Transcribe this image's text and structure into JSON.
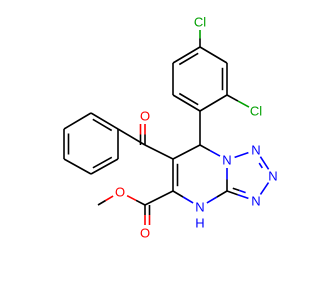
{
  "atom_labels": [
    {
      "id": "cl1",
      "text": "Cl",
      "element": "Cl"
    },
    {
      "id": "cl2",
      "text": "Cl",
      "element": "Cl"
    },
    {
      "id": "o1",
      "text": "O",
      "element": "O"
    },
    {
      "id": "o2",
      "text": "O",
      "element": "O"
    },
    {
      "id": "o3",
      "text": "O",
      "element": "O"
    },
    {
      "id": "n1",
      "text": "N",
      "element": "N"
    },
    {
      "id": "n2",
      "text": "N",
      "element": "N"
    },
    {
      "id": "n3",
      "text": "N",
      "element": "N"
    },
    {
      "id": "n4",
      "text": "N",
      "element": "N"
    },
    {
      "id": "nh",
      "text": "N",
      "element": "N"
    },
    {
      "id": "h1",
      "text": "H",
      "element": "N"
    }
  ],
  "colors": {
    "bond": "#000000",
    "N": "#0000ff",
    "O": "#ff0000",
    "Cl": "#00a000",
    "background": "#ffffff"
  }
}
